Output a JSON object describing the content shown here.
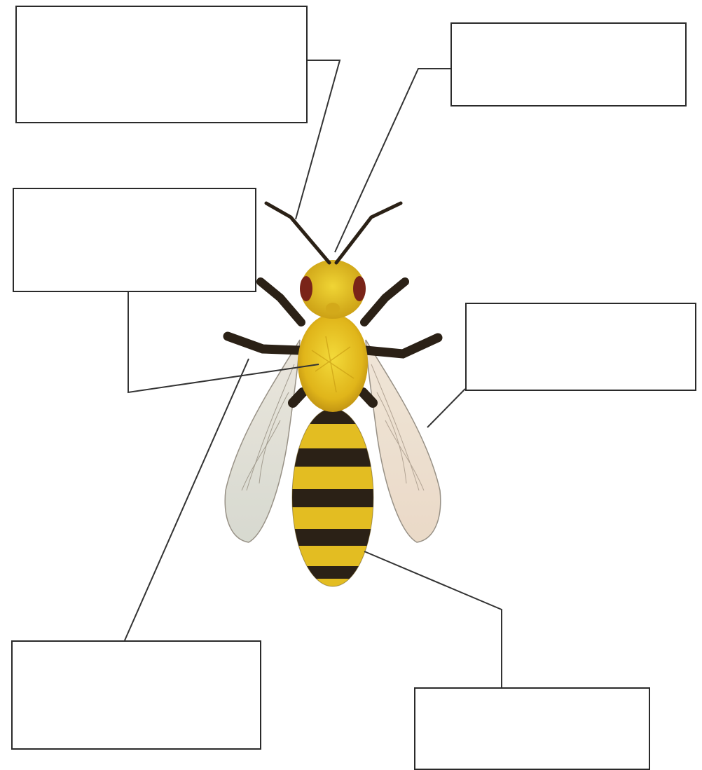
{
  "diagram": {
    "subject": "bee",
    "label_boxes": [
      {
        "id": "box-1",
        "text": ""
      },
      {
        "id": "box-2",
        "text": ""
      },
      {
        "id": "box-3",
        "text": ""
      },
      {
        "id": "box-4",
        "text": ""
      },
      {
        "id": "box-5",
        "text": ""
      },
      {
        "id": "box-6",
        "text": ""
      }
    ],
    "colors": {
      "box_border": "#2a2a2a",
      "leader_line": "#333333",
      "bee_yellow": "#e8c21c",
      "bee_gold": "#d9a514",
      "bee_dark": "#2b2116",
      "wing": "#dcd6cc"
    }
  }
}
